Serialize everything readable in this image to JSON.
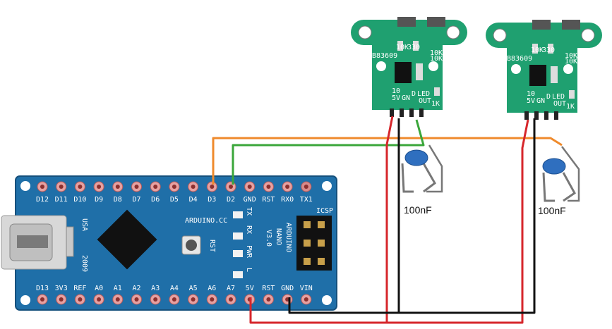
{
  "board": {
    "top_pins": [
      "D12",
      "D11",
      "D10",
      "D9",
      "D8",
      "D7",
      "D6",
      "D5",
      "D4",
      "D3",
      "D2",
      "GND",
      "RST",
      "RX0",
      "TX1"
    ],
    "bottom_pins": [
      "D13",
      "3V3",
      "REF",
      "A0",
      "A1",
      "A2",
      "A3",
      "A4",
      "A5",
      "A6",
      "A7",
      "5V",
      "RST",
      "GND",
      "VIN"
    ],
    "brand": "ARDUINO.CC",
    "name_lines": [
      "ARDUINO",
      "NANO",
      "V3.0"
    ],
    "usa": "USA",
    "year": "2009",
    "icsp": "ICSP",
    "rst_label": "RST",
    "led_labels": [
      "TX",
      "RX",
      "PWR",
      "L"
    ]
  },
  "sensors": [
    {
      "chip": "B83609",
      "res_labels": [
        "10K",
        "330",
        "10K",
        "10K"
      ],
      "pin_labels": [
        "10",
        "5V",
        "GN",
        "D",
        "LED",
        "OUT",
        "1K"
      ]
    },
    {
      "chip": "B83609",
      "res_labels": [
        "10K",
        "330",
        "10K",
        "10K"
      ],
      "pin_labels": [
        "10",
        "5V",
        "GN",
        "D",
        "LED",
        "OUT",
        "1K"
      ]
    }
  ],
  "capacitors": [
    {
      "label": "100nF"
    },
    {
      "label": "100nF"
    }
  ],
  "wire_colors": {
    "orange": "#ef8a2c",
    "green": "#3aa63a",
    "red": "#d6262b",
    "black": "#111111"
  },
  "board_color": "#1f6fa8",
  "sensor_color": "#1fa070"
}
